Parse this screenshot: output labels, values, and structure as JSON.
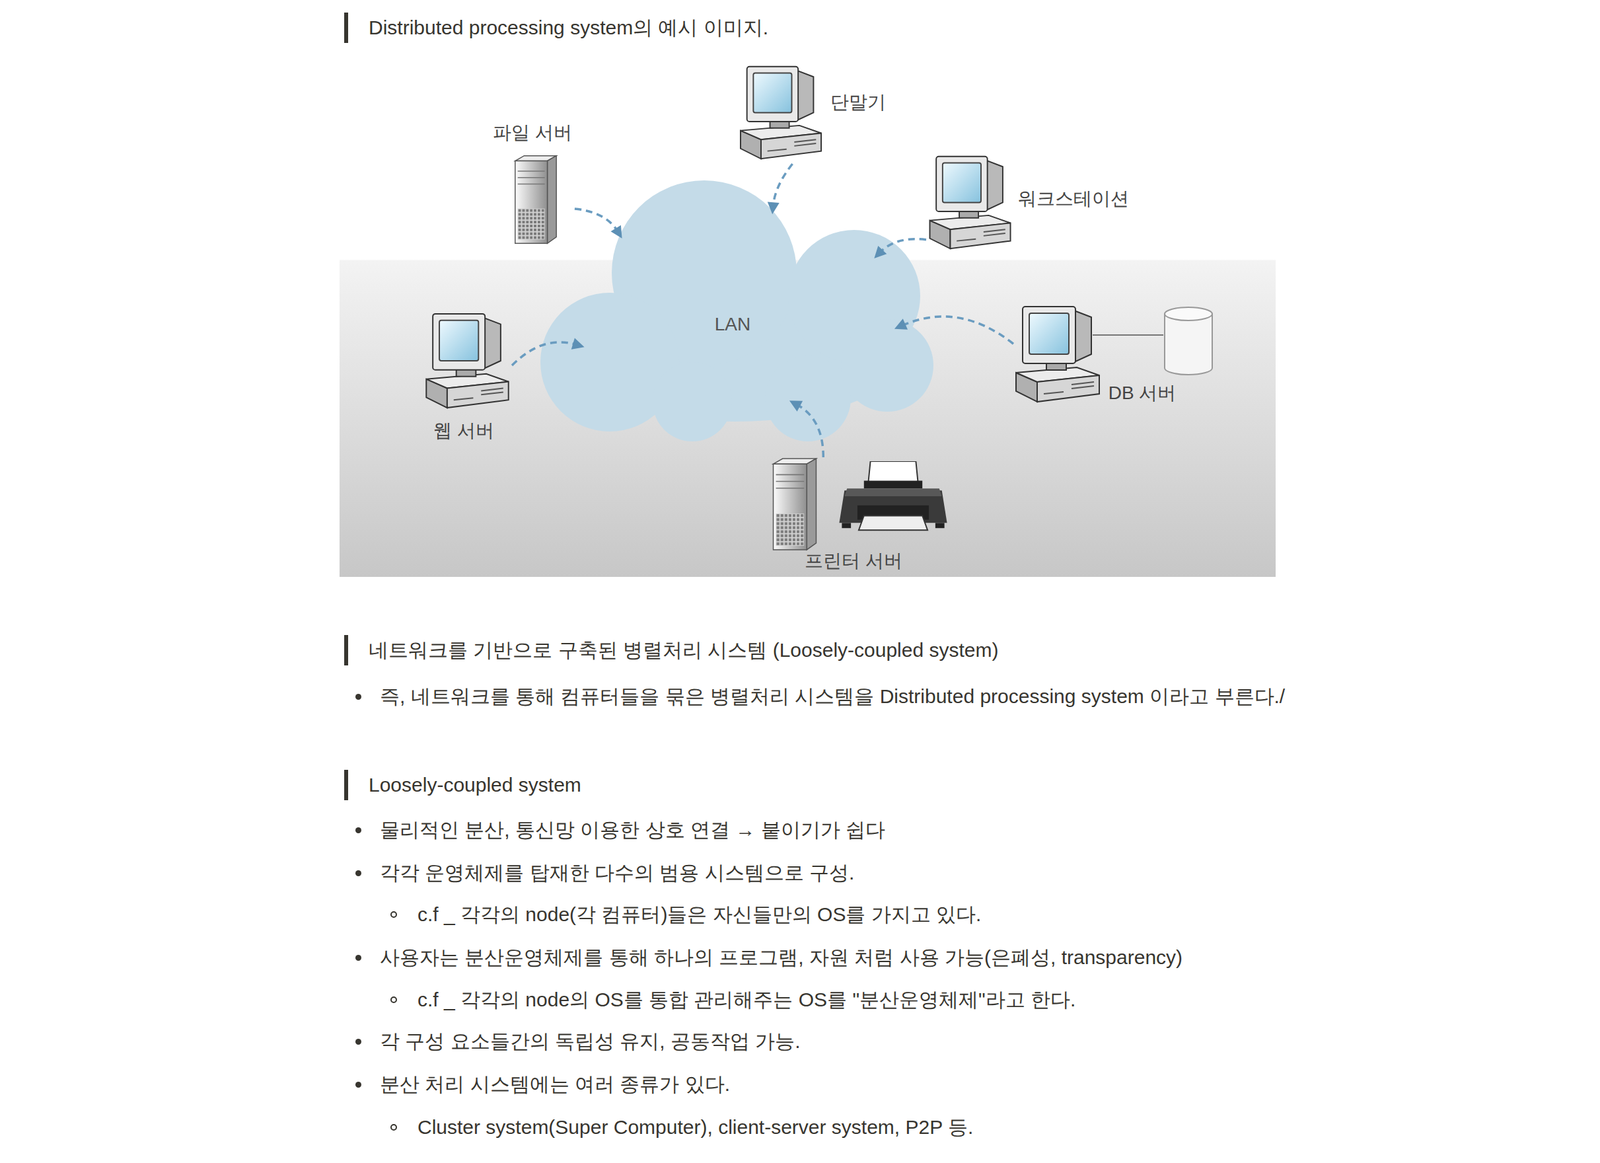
{
  "diagram": {
    "title": "Distributed processing system의 예시 이미지.",
    "nodes": [
      {
        "text": [
          "단말기"
        ]
      },
      {
        "text": [
          "파일 서버"
        ]
      },
      {
        "text": [
          "워크스테이션"
        ]
      },
      {
        "text": [
          "LAN"
        ]
      },
      {
        "text": [
          "DB 서버"
        ]
      },
      {
        "text": [
          "웹 서버"
        ]
      },
      {
        "text": [
          "프린터 서버"
        ]
      }
    ],
    "edges": [
      {
        "from": 0,
        "to": 3,
        "arrow": "to"
      },
      {
        "from": 1,
        "to": 3,
        "arrow": "to"
      },
      {
        "from": 2,
        "to": 3,
        "arrow": "to"
      },
      {
        "from": 4,
        "to": 3,
        "arrow": "to"
      },
      {
        "from": 5,
        "to": 3,
        "arrow": "to"
      },
      {
        "from": 6,
        "to": 3,
        "arrow": "to"
      }
    ],
    "labels": [
      "네트워크를 기반으로 구축된 병렬처리 시스템 (Loosely-coupled system)",
      "즉, 네트워크를 통해 컴퓨터들을 묶은 병렬처리 시스템을 Distributed processing system 이라고 부른다./",
      "Loosely-coupled system",
      "물리적인 분산, 통신망 이용한 상호 연결 → 붙이기가 쉽다",
      "각각 운영체제를 탑재한 다수의 범용 시스템으로 구성.",
      "c.f _ 각각의 node(각 컴퓨터)들은 자신들만의 OS를 가지고 있다.",
      "사용자는 분산운영체제를 통해 하나의 프로그램, 자원 처럼 사용 가능(은폐성, transparency)",
      "c.f _ 각각의 node의 OS를 통합 관리해주는 OS를 \"분산운영체제\"라고 한다.",
      "각 구성 요소들간의 독립성 유지, 공동작업 가능.",
      "분산 처리 시스템에는 여러 종류가 있다.",
      "Cluster system(Super Computer), client-server system, P2P 등."
    ]
  }
}
